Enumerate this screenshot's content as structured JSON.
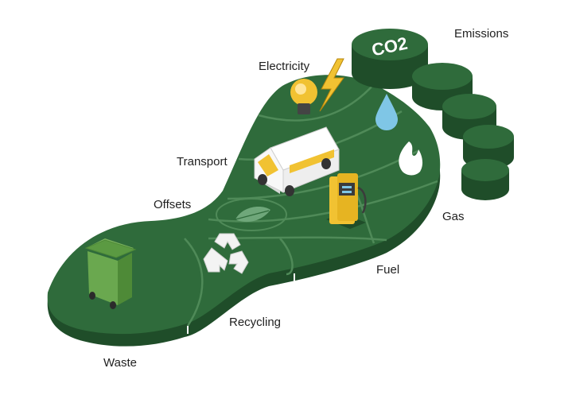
{
  "labels": {
    "emissions": "Emissions",
    "electricity": "Electricity",
    "transport": "Transport",
    "offsets": "Offsets",
    "gas": "Gas",
    "fuel": "Fuel",
    "recycling": "Recycling",
    "waste": "Waste"
  },
  "toe_text": "CO2",
  "colors": {
    "foot_top": "#2f6b3b",
    "foot_side": "#1f4d29",
    "foot_line": "#4f8a58",
    "accent_yellow": "#f1c232",
    "water_blue": "#7fc6e6",
    "bin_green": "#6aa84f"
  },
  "icons": [
    "co2-toe-icon",
    "lightbulb-icon",
    "lightning-bolt-icon",
    "water-drop-icon",
    "flame-icon",
    "van-icon",
    "fuel-pump-icon",
    "leaf-icon",
    "recycle-icon",
    "trash-bin-icon"
  ]
}
